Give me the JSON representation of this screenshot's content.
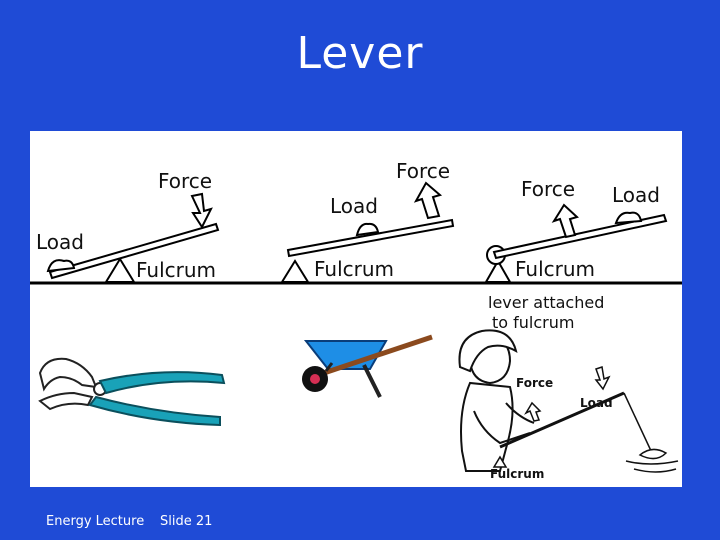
{
  "slide": {
    "title": "Lever",
    "footer_left": "Energy Lecture",
    "footer_right": "Slide 21"
  },
  "diagram": {
    "lever1": {
      "force": "Force",
      "load": "Load",
      "fulcrum": "Fulcrum"
    },
    "lever2": {
      "force": "Force",
      "load": "Load",
      "fulcrum": "Fulcrum"
    },
    "lever3": {
      "force": "Force",
      "load": "Load",
      "fulcrum": "Fulcrum",
      "note_line1": "lever attached",
      "note_line2": "to fulcrum"
    },
    "fishing": {
      "force": "Force",
      "load": "Load",
      "fulcrum": "Fulcrum"
    }
  }
}
